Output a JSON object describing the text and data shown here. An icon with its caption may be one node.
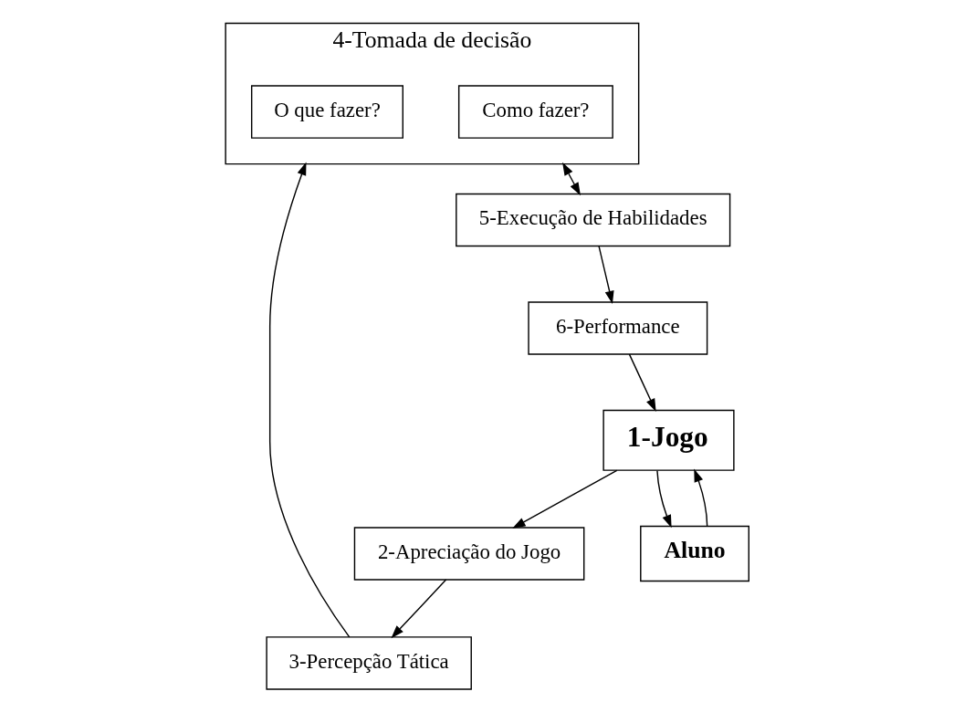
{
  "diagram": {
    "nodes": [
      {
        "text": [
          "1-Jogo"
        ]
      },
      {
        "text": [
          "2-Apreciação do Jogo"
        ]
      },
      {
        "text": [
          "Aluno"
        ]
      },
      {
        "text": [
          "6-Performance"
        ]
      },
      {
        "text": [
          "3-Percepção Tática"
        ]
      },
      {
        "text": [
          "5-Execução de Habilidades"
        ]
      },
      {
        "text": [
          "4-Tomada de decisão"
        ]
      },
      {
        "text": [
          "O que fazer?"
        ],
        "in": 6
      },
      {
        "text": [
          "Como fazer?"
        ],
        "in": 6
      }
    ],
    "edges": [
      {
        "from": 0,
        "to": 1,
        "arrow": "to"
      },
      {
        "from": 0,
        "to": 2,
        "arrow": "to"
      },
      {
        "from": 2,
        "to": 0,
        "arrow": "to"
      },
      {
        "from": 1,
        "to": 4,
        "arrow": "to"
      },
      {
        "from": 4,
        "to": 6,
        "arrow": "to"
      },
      {
        "from": 6,
        "to": 5,
        "arrow": "both"
      },
      {
        "from": 5,
        "to": 3,
        "arrow": "to"
      },
      {
        "from": 3,
        "to": 0,
        "arrow": "to"
      }
    ]
  }
}
